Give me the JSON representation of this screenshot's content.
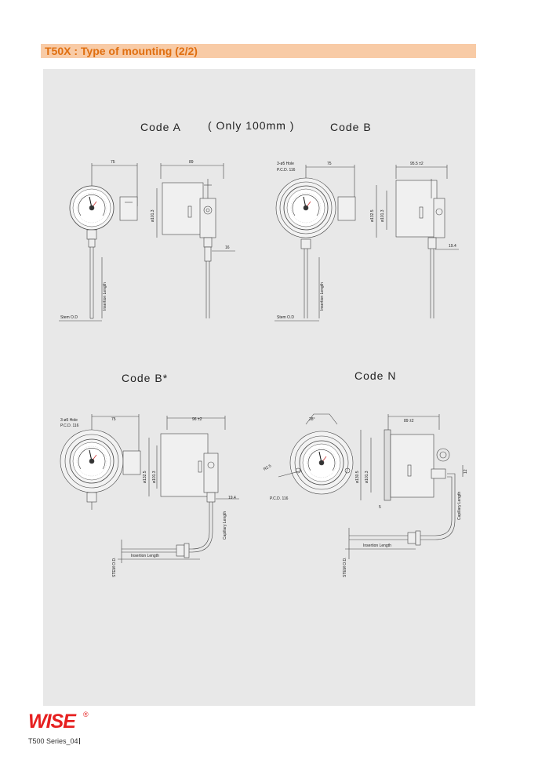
{
  "header": {
    "title": "T50X : Type of mounting (2/2)"
  },
  "labels": {
    "code_a": "Code A",
    "only_100": "( Only 100mm )",
    "code_b": "Code B",
    "code_bstar": "Code B*",
    "code_n": "Code N"
  },
  "dims": {
    "a_75": "75",
    "a_89": "89",
    "a_1013": "ø101.3",
    "a_16": "16",
    "a_insertion": "Insertion Length",
    "a_stem": "Stem O.D",
    "b_hole": "3-ø5 Hole",
    "b_pcd": "P.C.D. 116",
    "b_75": "75",
    "b_955": "95.5 ±2",
    "b_1325": "ø132.5",
    "b_1013": "ø101.3",
    "b_194": "19.4",
    "b_insertion": "Insertion Length",
    "b_stem": "Stem O.D",
    "bs_hole": "3-ø5 Hole",
    "bs_pcd": "P.C.D. 116",
    "bs_75": "75",
    "bs_96": "96 ±2",
    "bs_1325": "ø132.5",
    "bs_1013": "ø101.3",
    "bs_194": "19.4",
    "bs_capillary": "Capillary Length",
    "bs_insertion": "Insertion Length",
    "bs_stem": "STEM O.D.",
    "n_28": "28°",
    "n_89": "89 ±2",
    "n_r2": "R2.5",
    "n_pcd": "P.C.D. 116",
    "n_1305": "ø130.5",
    "n_1013": "ø101.3",
    "n_5": "5",
    "n_12": "12",
    "n_capillary": "Capillary Length",
    "n_insertion": "Insertion Length",
    "n_stem": "STEM O.D."
  },
  "footer": {
    "brand": "WISE",
    "registered": "®",
    "series": "T500 Series_04"
  }
}
